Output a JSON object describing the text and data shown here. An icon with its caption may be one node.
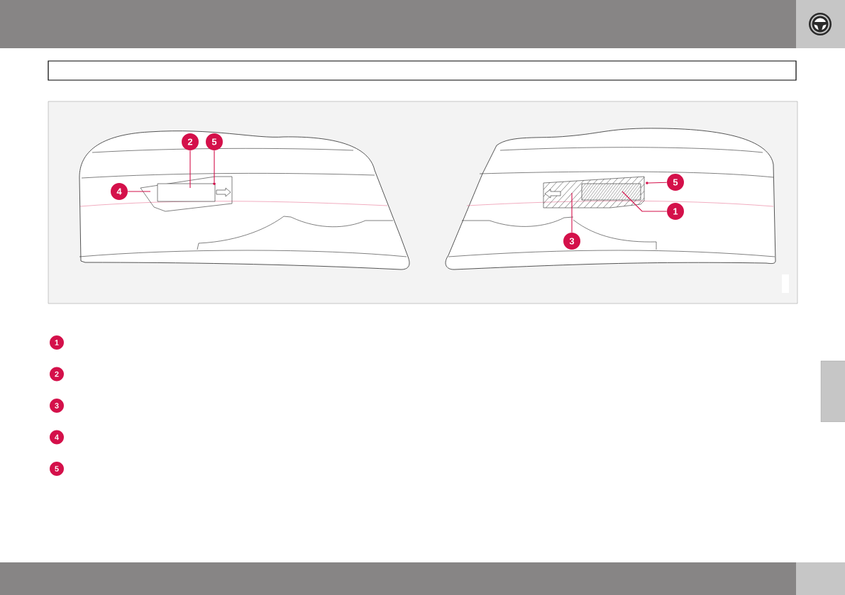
{
  "diagram": {
    "nodes": [
      {
        "text": [
          "2"
        ]
      },
      {
        "text": [
          "5"
        ]
      },
      {
        "text": [
          "4"
        ]
      },
      {
        "text": [
          "5"
        ]
      },
      {
        "text": [
          "1"
        ]
      },
      {
        "text": [
          "3"
        ]
      },
      {
        "text": [],
        "shape": "box"
      },
      {
        "text": [],
        "shape": "circle"
      },
      {
        "text": [],
        "shape": "circle"
      }
    ],
    "edges": [
      {
        "from": 0,
        "to": null,
        "arrow": "none"
      },
      {
        "from": 1,
        "to": 7,
        "arrow": "none"
      },
      {
        "from": 2,
        "to": null,
        "arrow": "none"
      },
      {
        "from": 3,
        "to": 8,
        "arrow": "none"
      },
      {
        "from": 4,
        "to": null,
        "arrow": "none"
      },
      {
        "from": 5,
        "to": null,
        "arrow": "none"
      }
    ],
    "labels": [
      "1",
      "2",
      "3",
      "4",
      "5"
    ]
  }
}
